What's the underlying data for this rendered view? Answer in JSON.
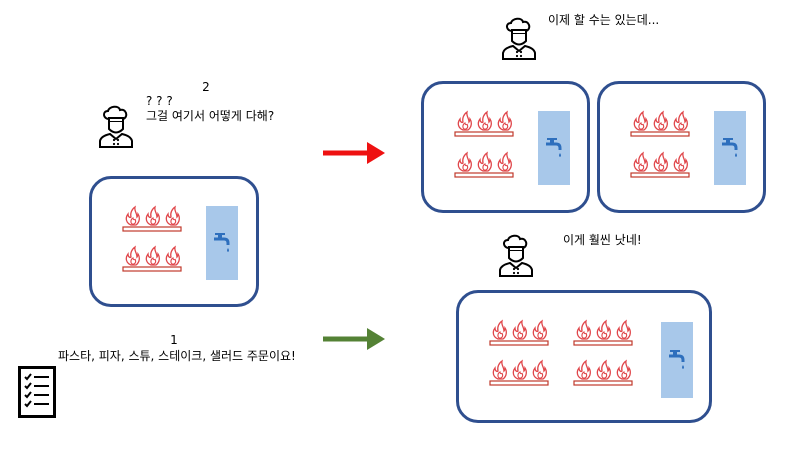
{
  "colors": {
    "kitchen_border": "#2f4f8f",
    "flame": "#e0474b",
    "burner_bar": "#c0392b",
    "sink": "#a8c8ea",
    "faucet": "#2e6fbd",
    "arrow_red": "#ee1111",
    "arrow_green": "#548235"
  },
  "icons": [
    "chef-icon",
    "flame-icon",
    "faucet-icon",
    "checklist-icon",
    "arrow-right-icon"
  ],
  "labels": {
    "step2_number": "2",
    "step2_question_marks": "? ? ?",
    "step2_question": "그걸 여기서 어떻게 다해?",
    "step1_number": "1",
    "step1_order": "파스타, 피자, 스튜, 스테이크, 샐러드 주문이요!",
    "top_right_comment": "이제 할 수는 있는데...",
    "bottom_right_comment": "이게 훨씬 낫네!"
  }
}
